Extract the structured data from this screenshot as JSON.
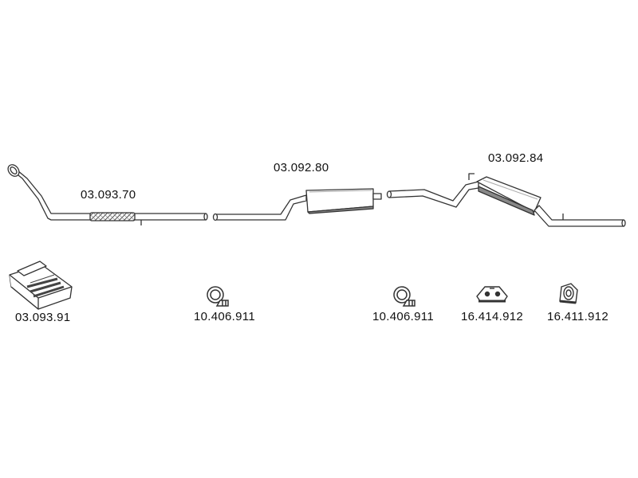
{
  "diagram": {
    "parts": {
      "front_pipe": {
        "number": "03.093.70",
        "icon": "front-exhaust-pipe-icon"
      },
      "center_muffler": {
        "number": "03.092.80",
        "icon": "center-muffler-icon"
      },
      "rear_muffler": {
        "number": "03.092.84",
        "icon": "rear-muffler-icon"
      },
      "mounting_kit": {
        "number": "03.093.91",
        "icon": "mounting-kit-box-icon"
      },
      "clamp_1": {
        "number": "10.406.911",
        "icon": "pipe-clamp-icon"
      },
      "clamp_2": {
        "number": "10.406.911",
        "icon": "pipe-clamp-icon"
      },
      "hanger_1": {
        "number": "16.414.912",
        "icon": "rubber-hanger-icon"
      },
      "hanger_2": {
        "number": "16.411.912",
        "icon": "rubber-ring-hanger-icon"
      }
    },
    "colors": {
      "stroke": "#333333",
      "fill": "#ffffff",
      "shade": "#888888"
    }
  }
}
